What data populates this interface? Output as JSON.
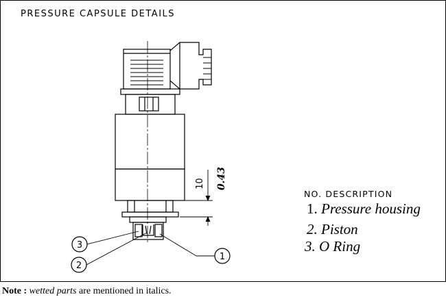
{
  "title": "PRESSURE CAPSULE DETAILS",
  "legend": {
    "header": "NO. DESCRIPTION",
    "items": [
      {
        "num": "1.",
        "label": "Pressure housing"
      },
      {
        "num": "2.",
        "label": "Piston"
      },
      {
        "num": "3.",
        "label": "O Ring"
      }
    ]
  },
  "dimensions": {
    "mm": "10",
    "inch": "0.43"
  },
  "callouts": [
    "1",
    "2",
    "3"
  ],
  "note": {
    "prefix": "Note :",
    "emphasis": "wetted parts",
    "rest": "are mentioned in italics."
  }
}
